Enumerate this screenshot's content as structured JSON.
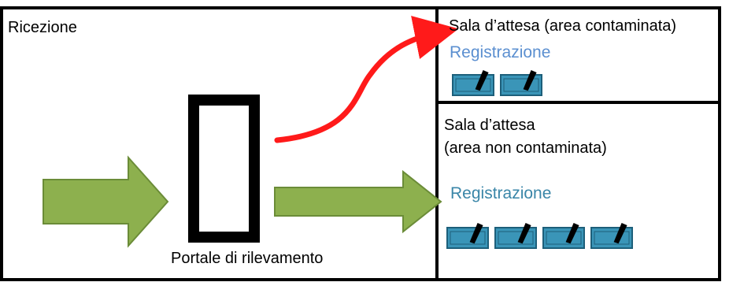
{
  "labels": {
    "reception": "Ricezione",
    "portal": "Portale di rilevamento",
    "waiting_contaminated": "Sala d’attesa (area contaminata)",
    "waiting_clean_line1": "Sala d’attesa",
    "waiting_clean_line2": "(area non contaminata)",
    "registration_contaminated": "Registrazione",
    "registration_clean": "Registrazione"
  },
  "icons": {
    "desk": "desk-with-pen-icon",
    "arrow_in": "green-block-arrow",
    "arrow_clean": "green-block-arrow",
    "arrow_contaminated": "red-curved-arrow"
  },
  "counts": {
    "desks_contaminated": 2,
    "desks_clean": 4
  },
  "colors": {
    "outline": "#000000",
    "green_fill": "#8db04e",
    "green_stroke": "#6b8c38",
    "red_arrow": "#ff1a1a",
    "desk_fill": "#3a95b8",
    "desk_stroke": "#1d5f7a",
    "registration_contaminated": "#5b8fd0",
    "registration_clean": "#3a86a8"
  }
}
